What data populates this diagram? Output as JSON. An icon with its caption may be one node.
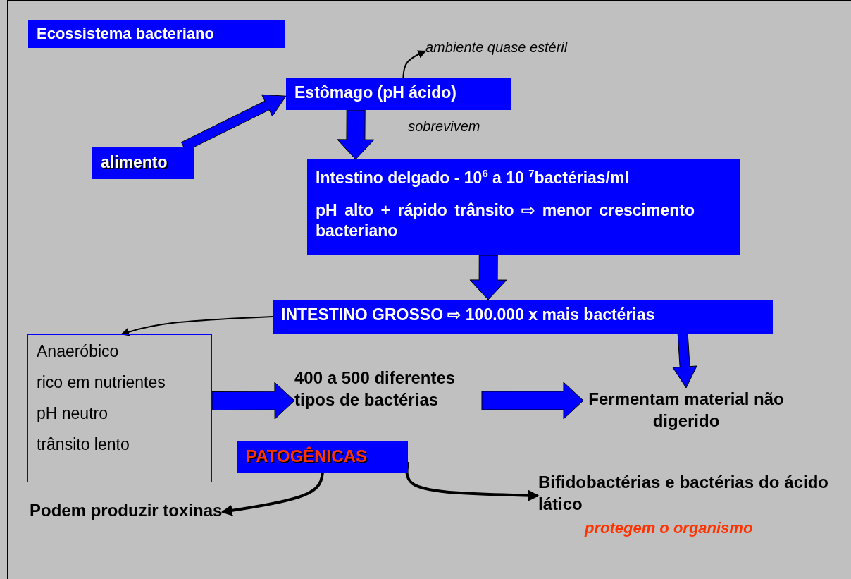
{
  "diagram": {
    "nodes": [
      {
        "text": [
          "Ecossistema bacteriano"
        ]
      },
      {
        "text": [
          "Estômago (pH ácido)"
        ]
      },
      {
        "text": [
          "ambiente quase estéril"
        ]
      },
      {
        "text": [
          "alimento"
        ]
      },
      {
        "text": [
          "Intestino delgado - 10$^{6}$ a 10 $^{7}$bactérias/ml",
          "pH alto + rápido trânsito ⇨ menor crescimento bacteriano"
        ]
      },
      {
        "text": [
          "INTESTINO GROSSO ⇨ 100.000 x mais bactérias"
        ]
      },
      {
        "text": [
          "Anaeróbico",
          "rico em nutrientes",
          "pH neutro",
          "trânsito lento"
        ]
      },
      {
        "text": [
          "400 a 500 diferentes tipos de bactérias"
        ]
      },
      {
        "text": [
          "Fermentam material não digerido"
        ]
      },
      {
        "text": [
          "PATOGÊNICAS"
        ]
      },
      {
        "text": [
          "Podem produzir toxinas"
        ]
      },
      {
        "text": [
          "Bifidobactérias e bactérias do ácido lático"
        ],
        "beside": [
          "protegem o organismo"
        ]
      }
    ],
    "edges": [
      {
        "from": 1,
        "to": 2,
        "arrow": "to",
        "color": "#000000"
      },
      {
        "from": 3,
        "to": 1,
        "arrow": "to"
      },
      {
        "from": 1,
        "to": 4,
        "arrow": "to",
        "label": "sobrevivem"
      },
      {
        "from": 4,
        "to": 5,
        "arrow": "to"
      },
      {
        "from": 5,
        "to": 6,
        "arrow": "to",
        "color": "#000000"
      },
      {
        "from": 6,
        "to": 7,
        "arrow": "to"
      },
      {
        "from": 7,
        "to": 8,
        "arrow": "to"
      },
      {
        "from": 5,
        "to": 8,
        "arrow": "to"
      },
      {
        "from": 9,
        "to": 10,
        "arrow": "to",
        "color": "#000000",
        "style": "thick"
      },
      {
        "from": 9,
        "to": 11,
        "arrow": "to",
        "color": "#000000",
        "style": "thick"
      }
    ]
  }
}
